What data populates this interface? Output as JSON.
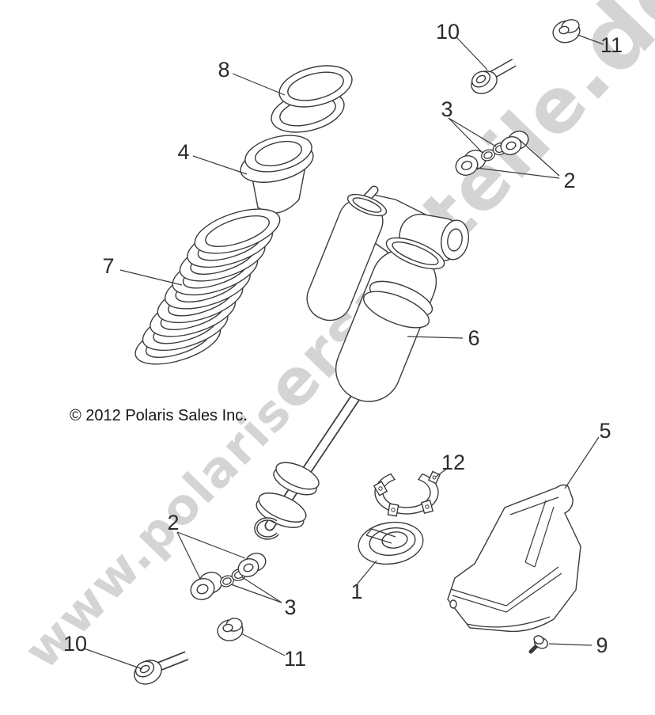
{
  "diagram": {
    "type": "exploded-parts-diagram",
    "subject": "rear shock absorber assembly",
    "copyright": "© 2012 Polaris Sales Inc.",
    "ink_color": "#3a3a3a",
    "label_color": "#2b2b2b",
    "watermark": {
      "text": "www.polarisersatzteile.de",
      "color": "#d4d4d4",
      "segments": [
        "www.",
        "polaris",
        "ersatz",
        "teile",
        ".de"
      ]
    },
    "callouts": [
      {
        "text": "10",
        "area": "top"
      },
      {
        "text": "11",
        "area": "top"
      },
      {
        "text": "8",
        "area": "top"
      },
      {
        "text": "3",
        "area": "top"
      },
      {
        "text": "2",
        "area": "top"
      },
      {
        "text": "4",
        "area": "upper-left"
      },
      {
        "text": "7",
        "area": "left"
      },
      {
        "text": "6",
        "area": "center"
      },
      {
        "text": "5",
        "area": "right"
      },
      {
        "text": "12",
        "area": "center-lower"
      },
      {
        "text": "1",
        "area": "center-lower"
      },
      {
        "text": "2",
        "area": "bottom"
      },
      {
        "text": "3",
        "area": "bottom"
      },
      {
        "text": "10",
        "area": "bottom"
      },
      {
        "text": "11",
        "area": "bottom"
      },
      {
        "text": "9",
        "area": "bottom-right"
      }
    ]
  }
}
